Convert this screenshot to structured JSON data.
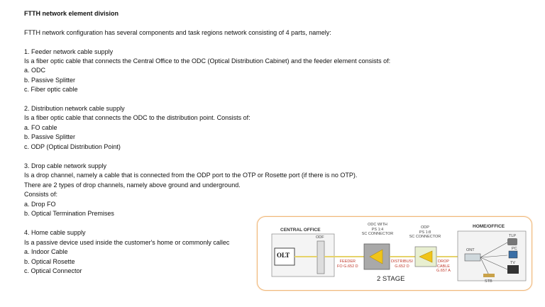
{
  "doc": {
    "title": "FTTH network element division",
    "intro": "FTTH network configuration has several components and task regions network consisting of 4 parts, namely:",
    "lines": [
      "1. Feeder network cable supply",
      "Is a fiber optic cable that connects the Central Office to the ODC (Optical Distribution Cabinet) and the feeder element consists of:",
      "a. ODC",
      "b. Passive Splitter",
      "c. Fiber optic cable",
      "2. Distribution network cable supply",
      "Is a fiber optic cable that connects the ODC to the distribution point. Consists of:",
      "a. FO cable",
      "b. Passive Splitter",
      "c. ODP (Optical Distribution Point)",
      "3. Drop cable network supply",
      "Is a drop channel, namely a cable that is connected from the ODP port to the OTP or Rosette port (if there is no OTP).",
      "There are 2 types of drop channels, namely above ground and underground.",
      "Consists of:",
      "a. Drop FO",
      "b. Optical Termination Premises",
      "4. Home cable supply",
      "Is a passive device used inside the customer's home or commonly callec",
      "a. Indoor Cable",
      "b. Optical Rosette",
      "c. Optical Connector"
    ]
  },
  "diagram": {
    "central_office": "CENTRAL OFFICE",
    "odf": "ODF",
    "olt": "OLT",
    "odc_label": [
      "ODC WITH",
      "PS 1:4",
      "SC CONNECTOR"
    ],
    "odp_label": [
      "ODP",
      "PS 1:8",
      "SC CONNECTOR"
    ],
    "home_office": "HOME/OFFICE",
    "feeder": [
      "FEEDER",
      "FO G.652 D"
    ],
    "distribusi": [
      "DISTRIBUSI",
      "G.652 D"
    ],
    "drop": [
      "DROP",
      "CABLE",
      "G.657 A"
    ],
    "ont": "ONT",
    "telp": "TLP",
    "pc": "PC",
    "tv": "TV",
    "stb": "STB",
    "stage": "2 STAGE",
    "colors": {
      "border": "#f0b778",
      "fiber": "#e6d36a",
      "splitter": "#f0c419",
      "red": "#c0392b"
    }
  }
}
